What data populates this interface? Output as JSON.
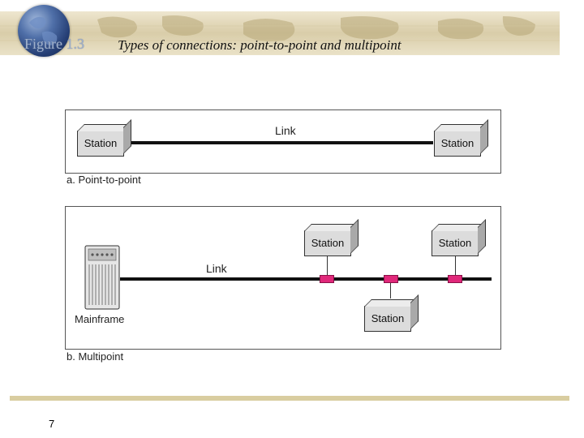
{
  "slide": {
    "figure_label": "Figure 1.3",
    "title": "Types of connections: point-to-point and multipoint",
    "page_number": "7"
  },
  "point_to_point": {
    "left_station": "Station",
    "right_station": "Station",
    "link_label": "Link",
    "caption": "a. Point-to-point"
  },
  "multipoint": {
    "mainframe_label": "Mainframe",
    "link_label": "Link",
    "station_top_1": "Station",
    "station_top_2": "Station",
    "station_bottom": "Station",
    "caption": "b. Multipoint"
  },
  "colors": {
    "header_band": "#d9cda9",
    "tap": "#e0287a",
    "cable": "#111111"
  }
}
